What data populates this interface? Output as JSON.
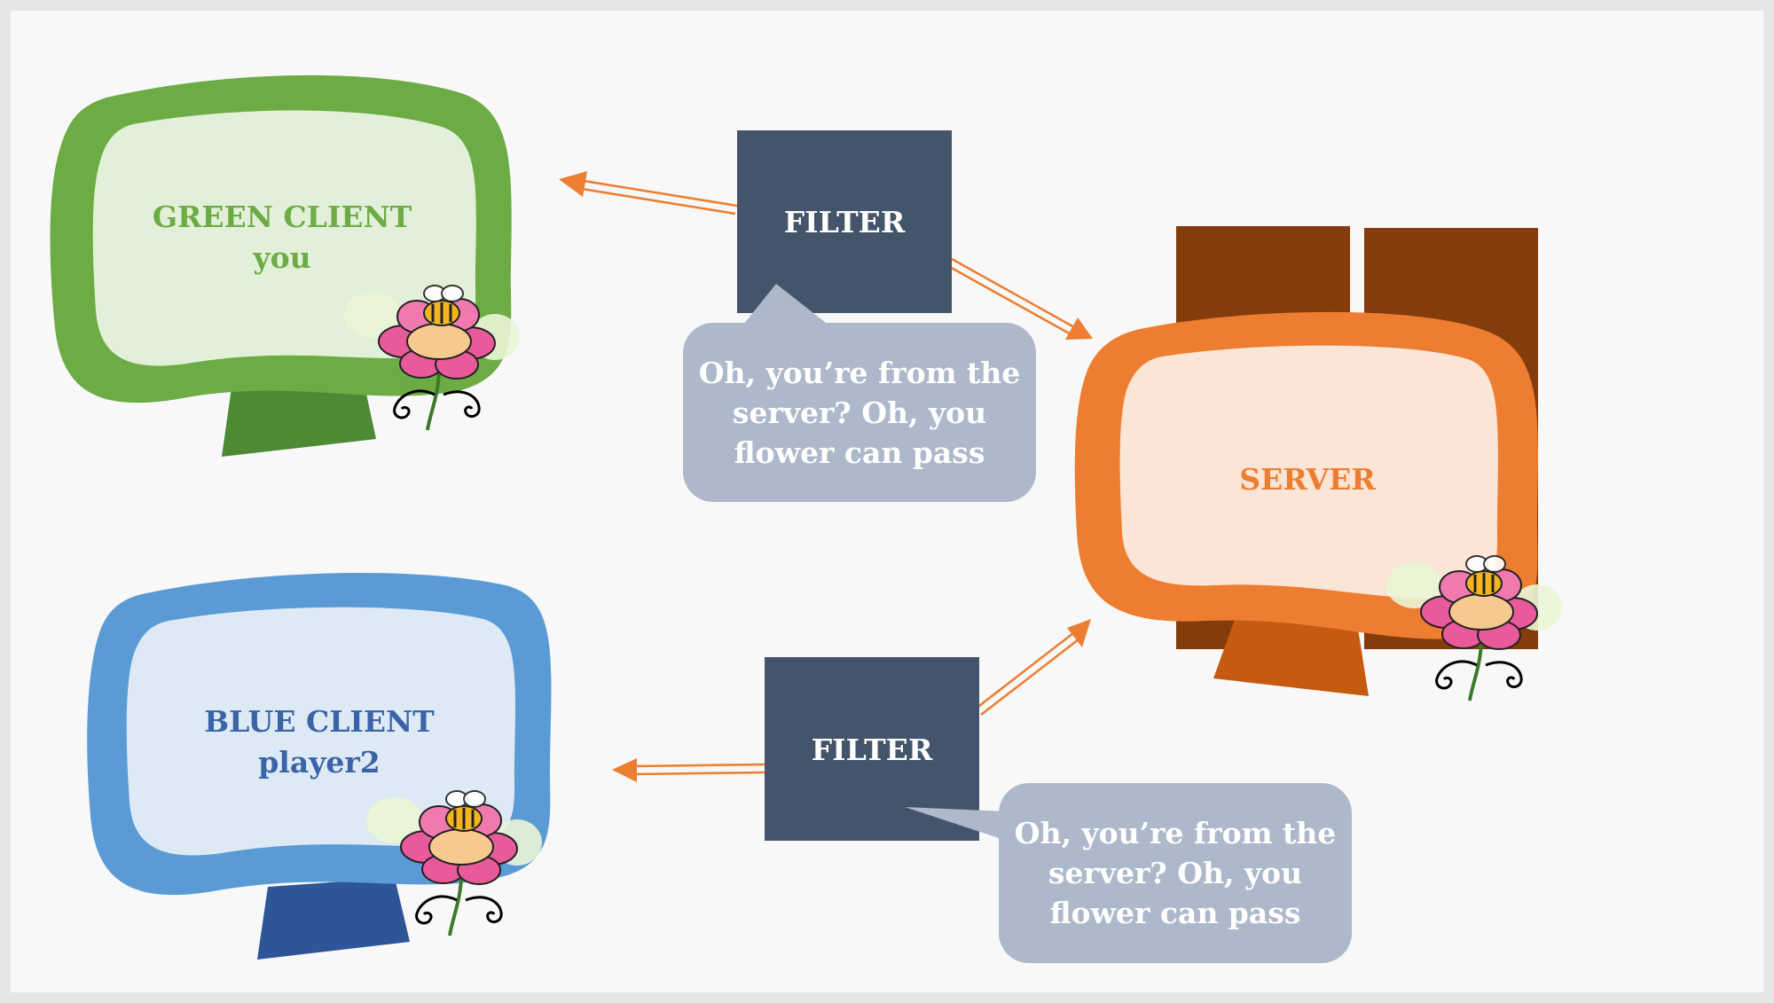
{
  "clients": {
    "green": {
      "title": "GREEN CLIENT",
      "subtitle": "you"
    },
    "blue": {
      "title": "BLUE CLIENT",
      "subtitle": "player2"
    }
  },
  "server": {
    "label": "SERVER"
  },
  "filters": {
    "top": {
      "label": "FILTER",
      "bubble_lines": [
        "Oh, you’re from the",
        "server? Oh, you",
        "flower can pass"
      ]
    },
    "bottom": {
      "label": "FILTER",
      "bubble_lines": [
        "Oh, you’re from the",
        "server? Oh, you",
        "flower can pass"
      ]
    }
  },
  "icons": [
    "flower-bee-icon"
  ],
  "colors": {
    "green_frame": "#6dac45",
    "green_screen": "#e3f0d9",
    "green_stand": "#4e8934",
    "green_text": "#6dac45",
    "blue_frame": "#5b9bd5",
    "blue_screen": "#dde9f5",
    "blue_stand": "#2e5597",
    "blue_text": "#3b64a8",
    "orange_frame": "#ed7d31",
    "orange_screen": "#fbe5d6",
    "orange_stand": "#c55a11",
    "orange_text": "#ed7d31",
    "server_tower": "#843c0c",
    "filter_box": "#44546a",
    "bubble": "#adb9ca",
    "arrow": "#ed7d31"
  }
}
